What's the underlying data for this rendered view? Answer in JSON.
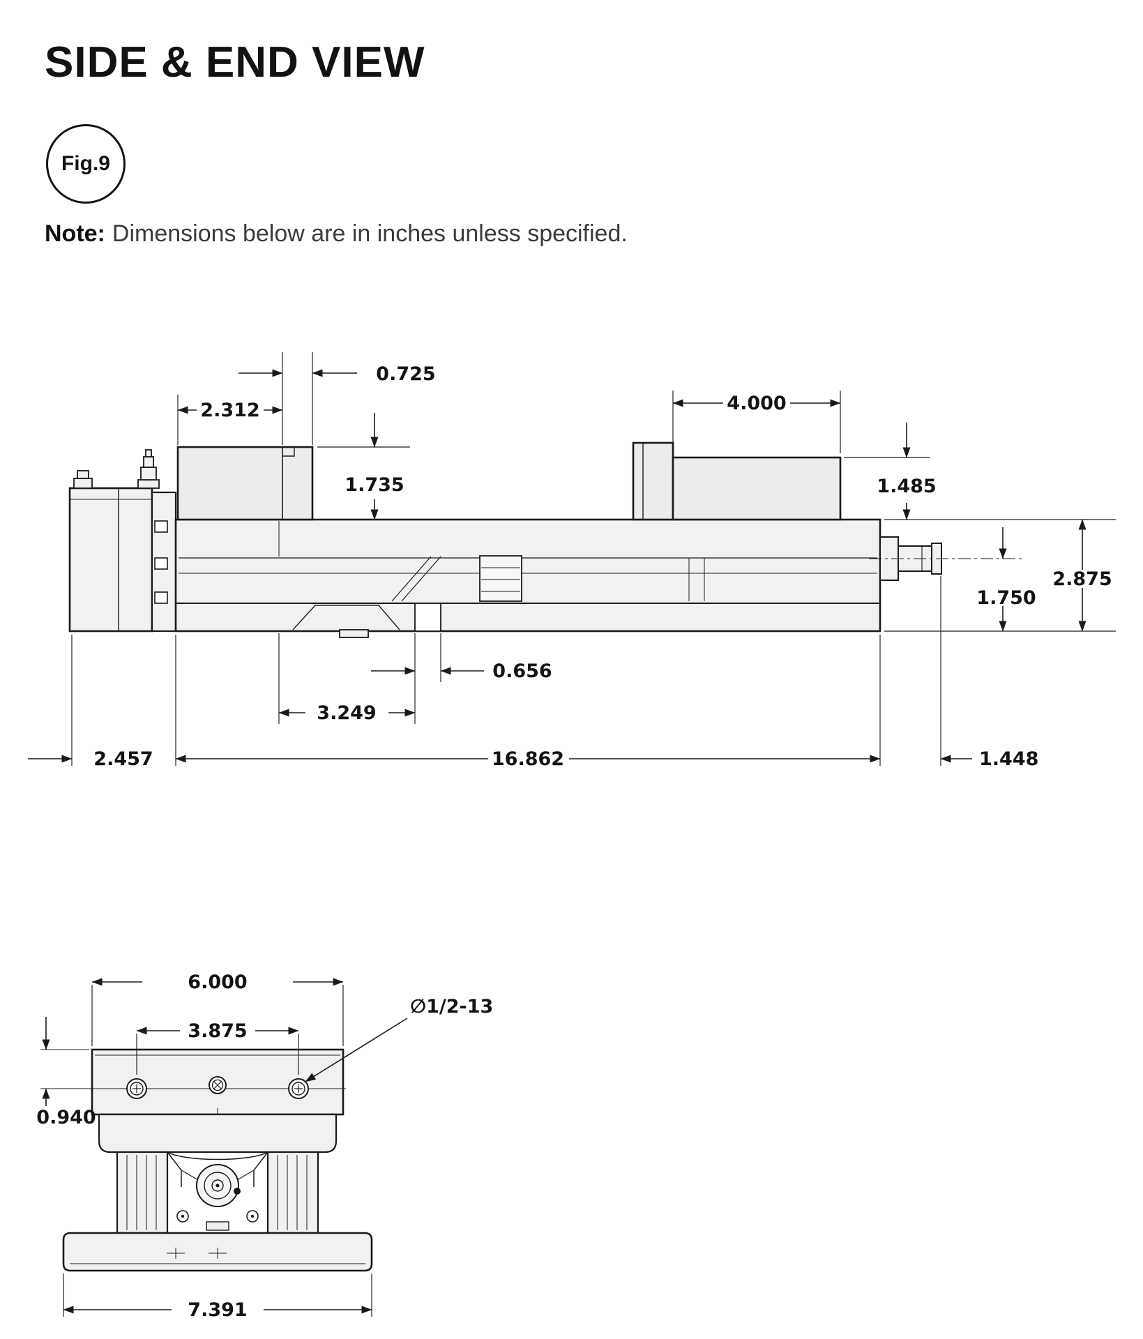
{
  "page": {
    "title": "SIDE & END VIEW",
    "figure_label": "Fig.9",
    "note_bold": "Note:",
    "note_text": "Dimensions below are in inches unless specified."
  },
  "colors": {
    "ink": "#1a1a1a",
    "metal_fill": "#f1f1f1"
  },
  "side_view": {
    "description": "Side elevation of hydraulic machine vise with dimension chain",
    "dims": {
      "jaw_plate_thickness": "0.725",
      "fixed_jaw_length": "2.312",
      "movable_jaw_length": "4.000",
      "fixed_jaw_height": "1.735",
      "movable_jaw_height": "1.485",
      "overall_height": "2.875",
      "screw_centerline_height": "1.750",
      "slot_width": "0.656",
      "slot_offset": "3.249",
      "actuator_length": "2.457",
      "body_length": "16.862",
      "screw_overhang": "1.448"
    }
  },
  "end_view": {
    "description": "End elevation of vise showing mounting holes and base",
    "dims": {
      "top_width": "6.000",
      "bolt_spacing": "3.875",
      "thread_callout": "∅1/2-13",
      "bolt_line_offset": "0.940",
      "base_width": "7.391"
    }
  }
}
